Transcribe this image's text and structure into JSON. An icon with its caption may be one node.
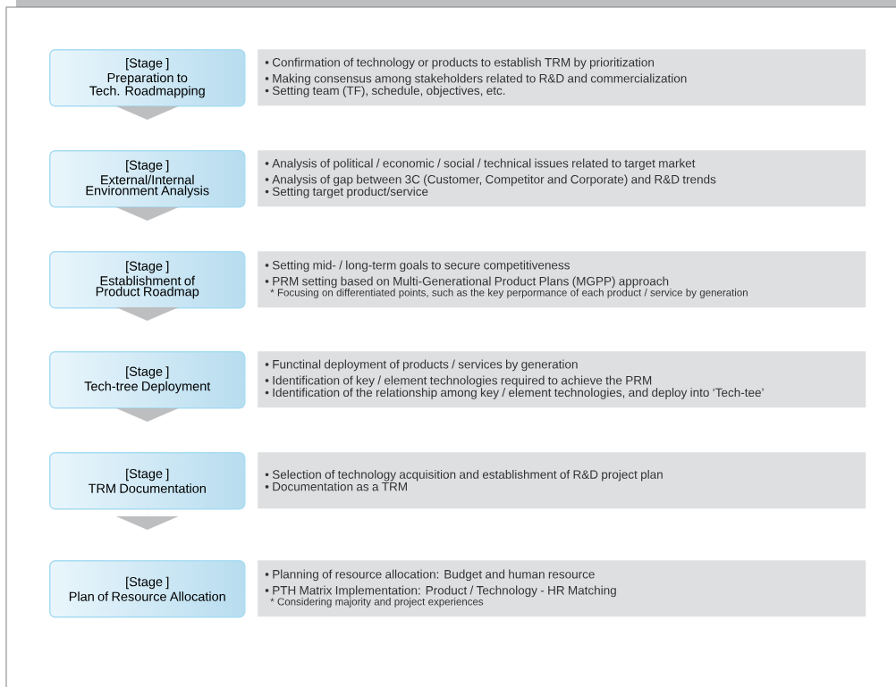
{
  "diagram": {
    "nodes": [
      {
        "text": [
          "[Stage ]",
          "Preparation to Tech. Roadmapping"
        ]
      },
      {
        "text": [
          "• Confirmation of technology or products to establish TRM by prioritization",
          "• Making consensus among stakeholders related to R&D and commercialization",
          "• Setting team (TF), schedule, objectives, etc."
        ]
      },
      {
        "text": [
          "[Stage ]",
          "External/Internal Environment Analysis"
        ]
      },
      {
        "text": [
          "• Analysis of political / economic / social / technical issues related to target market",
          "• Analysis of gap between 3C (Customer, Competitor and Corporate) and R&D trends",
          "• Setting target product/service"
        ]
      },
      {
        "text": [
          "[Stage ]",
          "Establishment of Product Roadmap"
        ]
      },
      {
        "text": [
          "• Setting mid- / long-term goals to secure competitiveness",
          "• PRM setting based on Multi-Generational Product Plans (MGPP) approach",
          "* Focusing on differentiated points, such as the key perpormance of each product / service by generation"
        ]
      },
      {
        "text": [
          "[Stage ]",
          "Tech-tree Deployment"
        ]
      },
      {
        "text": [
          "• Functinal deployment of products / services by generation",
          "• Identification of key / element technologies required to achieve the PRM",
          "• Identification of the relationship among key / element technologies, and deploy into ‘Tech-tee’"
        ]
      },
      {
        "text": [
          "[Stage ]",
          "TRM Documentation"
        ]
      },
      {
        "text": [
          "• Selection of technology acquisition and establishment of R&D project plan",
          "• Documentation as a TRM"
        ]
      },
      {
        "text": [
          "[Stage ]",
          "Plan of Resource Allocation"
        ]
      },
      {
        "text": [
          "• Planning of resource allocation: Budget and human resource",
          "• PTH Matrix Implementation: Product / Technology - HR Matching",
          "* Considering majority and project experiences"
        ]
      }
    ],
    "edges": [
      {
        "from": 0,
        "to": 2,
        "arrow": "to"
      },
      {
        "from": 2,
        "to": 4,
        "arrow": "to"
      },
      {
        "from": 4,
        "to": 6,
        "arrow": "to"
      },
      {
        "from": 6,
        "to": 8,
        "arrow": "to"
      },
      {
        "from": 8,
        "to": 10,
        "arrow": "to"
      }
    ]
  }
}
